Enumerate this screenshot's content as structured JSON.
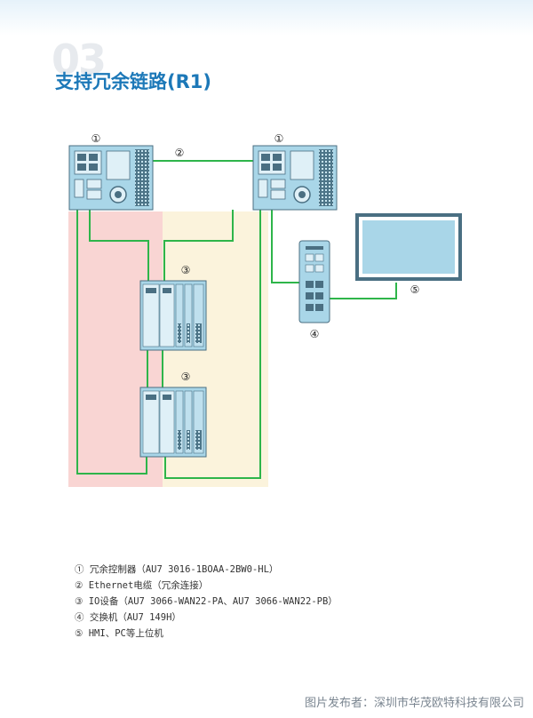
{
  "page": {
    "section_number": "03",
    "title": "支持冗余链路(R1)",
    "credit": "图片发布者：深圳市华茂欧特科技有限公司"
  },
  "diagram": {
    "callouts": [
      "①",
      "②",
      "①",
      "③",
      "③",
      "④",
      "⑤"
    ],
    "colors": {
      "cable": "#2eb54a",
      "zone_left": "#f9d5d3",
      "zone_right": "#fbf3dc",
      "device": "#a9d6e8",
      "device_dark": "#4a6f82"
    }
  },
  "legend": [
    "①  冗余控制器（AU7 3016-1BOAA-2BW0-HL）",
    "②  Ethernet电缆（冗余连接）",
    "③  IO设备（AU7 3066-WAN22-PA、AU7 3066-WAN22-PB）",
    "④  交换机（AU7 149H）",
    "⑤  HMI、PC等上位机"
  ]
}
